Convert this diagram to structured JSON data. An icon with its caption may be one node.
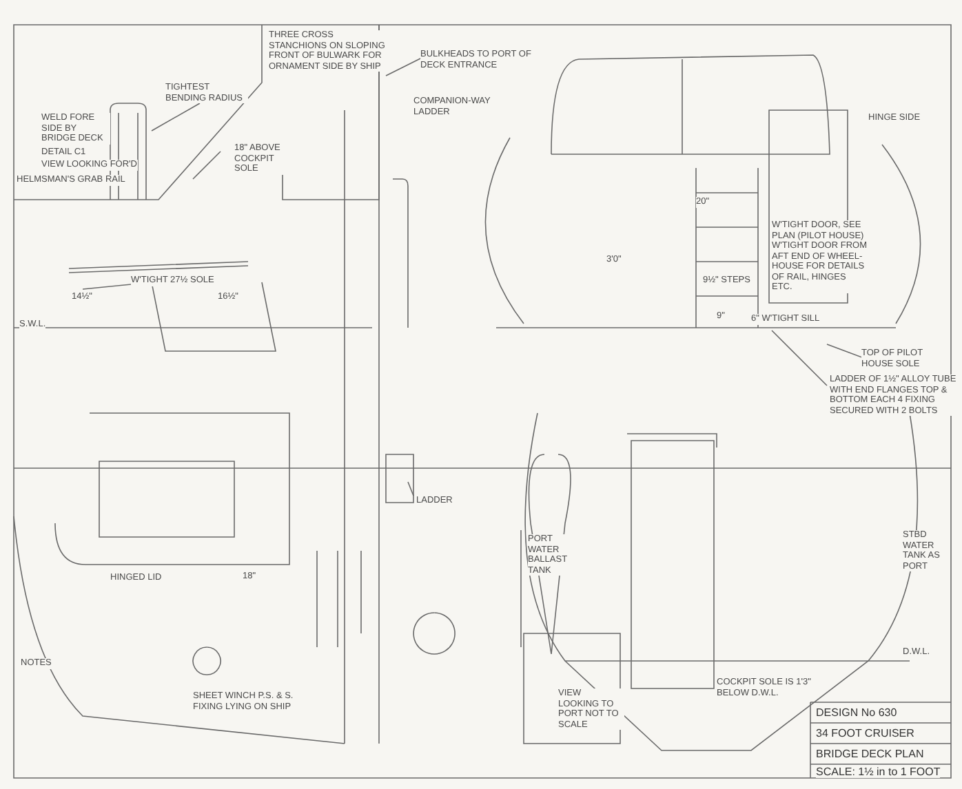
{
  "diagram": {
    "labels": [
      "THREE CROSS STANCHIONS ON SLOPING FRONT OF BULWARK FOR ORNAMENT SIDE BY SHIP",
      "BULKHEADS TO PORT OF DECK ENTRANCE",
      "COMPANION-WAY LADDER",
      "TIGHTEST BENDING RADIUS",
      "WELD FORE SIDE BY BRIDGE DECK",
      "DETAIL C1",
      "VIEW LOOKING FOR'D",
      "HELMSMAN'S GRAB RAIL",
      "18\" ABOVE COCKPIT SOLE",
      "HINGE SIDE",
      "3'0\"",
      "20\"",
      "9½\" STEPS",
      "9\"",
      "6\" W'TIGHT SILL",
      "W'TIGHT DOOR, SEE PLAN (PILOT HOUSE) W'TIGHT DOOR FROM AFT END OF WHEEL-HOUSE FOR DETAILS OF RAIL, HINGES ETC.",
      "W'TIGHT 27½ SOLE",
      "14½\"",
      "16½\"",
      "S.W.L.",
      "TOP OF PILOT HOUSE SOLE",
      "LADDER OF 1½\" ALLOY TUBE WITH END FLANGES TOP & BOTTOM EACH 4 FIXING SECURED WITH 2 BOLTS",
      "LADDER",
      "HINGED LID",
      "18\"",
      "PORT WATER BALLAST TANK",
      "STBD WATER TANK AS PORT",
      "D.W.L.",
      "NOTES",
      "SHEET WINCH P.S. & S. FIXING LYING ON SHIP",
      "VIEW LOOKING TO PORT NOT TO SCALE",
      "COCKPIT SOLE IS 1'3\" BELOW D.W.L.",
      "DESIGN No 630",
      "34 FOOT CRUISER",
      "BRIDGE DECK PLAN",
      "SCALE: 1½ in to 1 FOOT"
    ]
  }
}
